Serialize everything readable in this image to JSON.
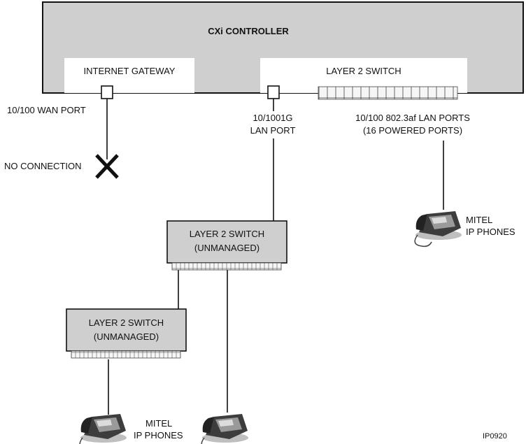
{
  "controller": {
    "title": "CXi CONTROLLER",
    "gateway_label": "INTERNET GATEWAY",
    "switch_label": "LAYER 2 SWITCH"
  },
  "ports": {
    "wan": "10/100 WAN PORT",
    "lan_line1": "10/1001G",
    "lan_line2": "LAN PORT",
    "poe_line1": "10/100 802.3af LAN PORTS",
    "poe_line2": "(16 POWERED PORTS)"
  },
  "no_connection": "NO CONNECTION",
  "switch_a": {
    "line1": "LAYER 2 SWITCH",
    "line2": "(UNMANAGED)"
  },
  "switch_b": {
    "line1": "LAYER 2 SWITCH",
    "line2": "(UNMANAGED)"
  },
  "phones_right": {
    "line1": "MITEL",
    "line2": "IP PHONES"
  },
  "phones_bottom": {
    "line1": "MITEL",
    "line2": "IP PHONES"
  },
  "figure_id": "IP0920",
  "colors": {
    "box_fill": "#cfcfcf",
    "port_fill": "#f4f4f4",
    "line": "#111111"
  }
}
